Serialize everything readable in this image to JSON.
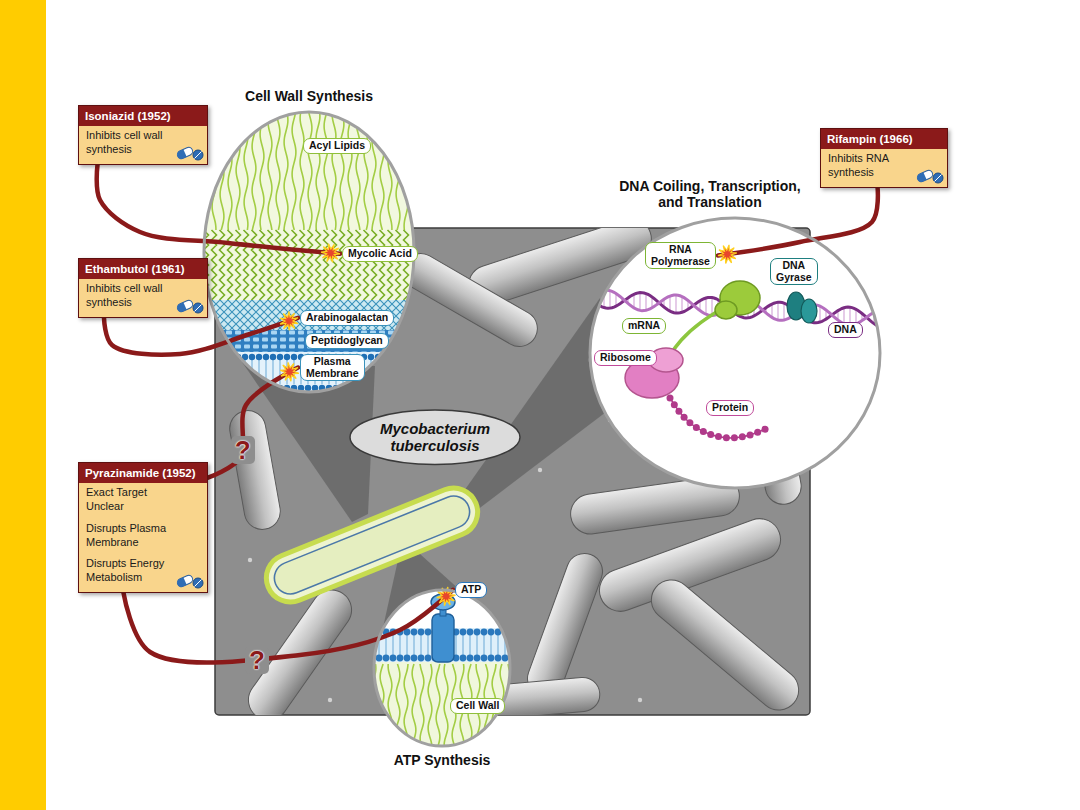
{
  "diagram": {
    "nodes": [
      {
        "text": [
          "Isoniazid (1952)",
          "Inhibits cell wall synthesis"
        ]
      },
      {
        "text": [
          "Cell Wall Synthesis"
        ]
      },
      {
        "text": [
          "Acyl Lipids"
        ],
        "in": 1
      },
      {
        "text": [
          "Mycolic Acid"
        ],
        "in": 1
      },
      {
        "text": [
          "Arabinogalactan"
        ],
        "in": 1
      },
      {
        "text": [
          "Peptidoglycan"
        ],
        "in": 1
      },
      {
        "text": [
          "Plasma Membrane"
        ],
        "in": 1
      },
      {
        "text": [
          "Rifampin (1966)",
          "Inhibits RNA synthesis"
        ]
      },
      {
        "text": [
          "DNA Coiling, Transcription, and Translation"
        ]
      },
      {
        "text": [
          "RNA Polymerase"
        ],
        "in": 8
      },
      {
        "text": [
          "DNA Gyrase"
        ],
        "in": 8
      },
      {
        "text": [
          "mRNA"
        ],
        "in": 8
      },
      {
        "text": [
          "DNA"
        ],
        "in": 8
      },
      {
        "text": [
          "Ribosome"
        ],
        "in": 8
      },
      {
        "text": [
          "Protein"
        ],
        "in": 8
      },
      {
        "text": [
          "Ethambutol (1961)",
          "Inhibits cell wall synthesis"
        ]
      },
      {
        "text": [
          "Mycobacterium tuberculosis"
        ]
      },
      {
        "text": [
          "Pyrazinamide (1952)",
          "Exact Target Unclear",
          "Disrupts Plasma Membrane",
          "Disrupts Energy Metabolism"
        ]
      },
      {
        "text": [
          "ATP Synthesis"
        ]
      },
      {
        "text": [
          "ATP"
        ],
        "in": 18
      },
      {
        "text": [
          "Cell Wall"
        ],
        "in": 18
      }
    ],
    "edges": [
      {
        "from": 0,
        "to": 3,
        "arrow": "to"
      },
      {
        "from": 15,
        "to": 4,
        "arrow": "to"
      },
      {
        "from": 17,
        "to": 6,
        "arrow": "to",
        "label": "?"
      },
      {
        "from": 7,
        "to": 9,
        "arrow": "to"
      },
      {
        "from": 17,
        "to": 19,
        "arrow": "to",
        "label": "?"
      }
    ]
  }
}
